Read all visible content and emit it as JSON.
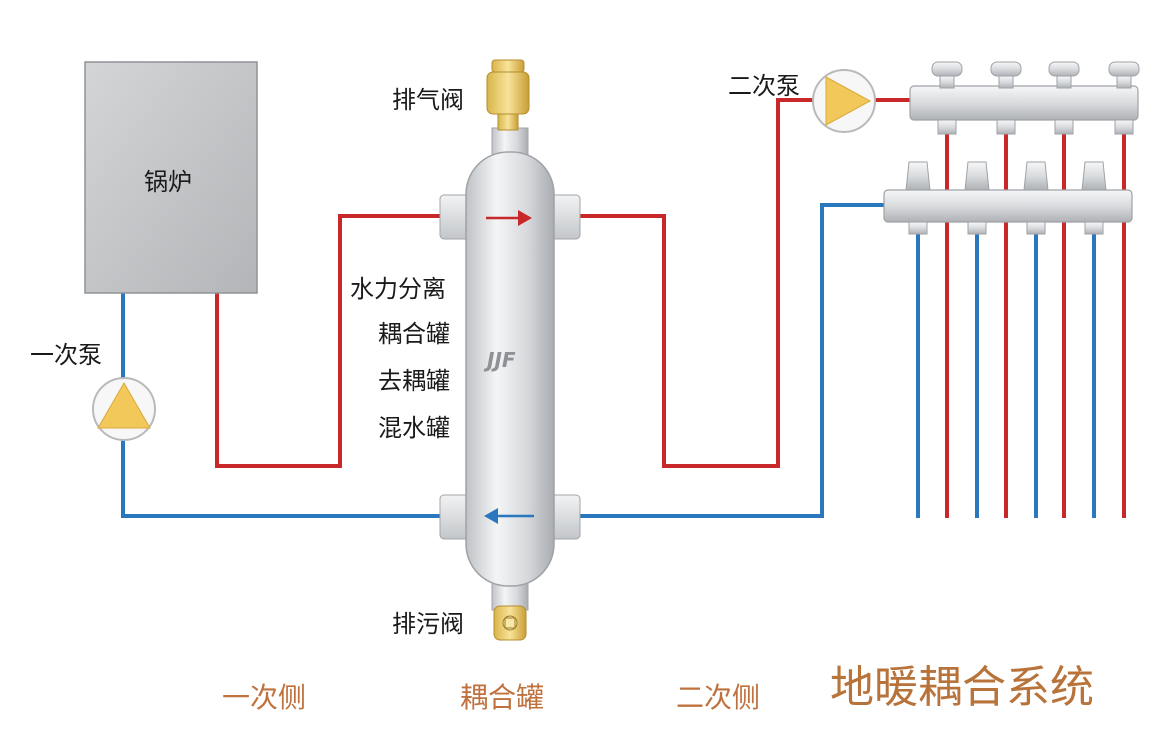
{
  "labels": {
    "boiler": "锅炉",
    "primary_pump": "一次泵",
    "secondary_pump": "二次泵",
    "air_vent_valve": "排气阀",
    "drain_valve": "排污阀",
    "tank_names": [
      "水力分离",
      "耦合罐",
      "去耦罐",
      "混水罐"
    ],
    "tank_logo": "JJF"
  },
  "bottom": {
    "primary_side": "一次侧",
    "coupling_tank": "耦合罐",
    "secondary_side": "二次侧"
  },
  "title": "地暖耦合系统",
  "colors": {
    "hot_pipe": "#c8282a",
    "cold_pipe": "#2b77bd",
    "bottom_text": "#c0723e",
    "title_text": "#b8733a",
    "pump_fill": "#f2c85a",
    "valve_fill": "#f3d77a"
  }
}
